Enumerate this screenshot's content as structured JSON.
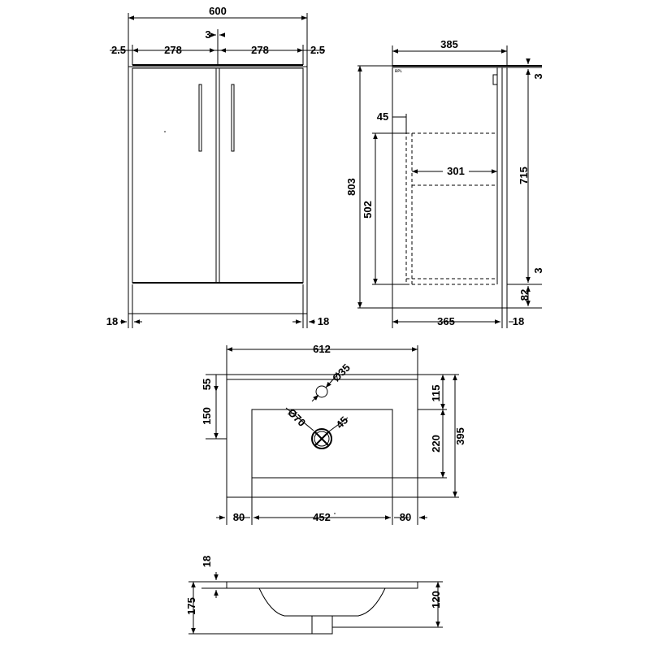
{
  "front_view": {
    "overall_width": "600",
    "gap": "3",
    "side_left": "2.5",
    "door_left": "278",
    "door_right": "278",
    "side_right": "2.5",
    "leg_left": "18",
    "leg_right": "18"
  },
  "side_view": {
    "depth_top": "385",
    "top_gap": "3",
    "shelf_offset": "45",
    "shelf_depth": "301",
    "overall_height": "803",
    "carcass_height": "715",
    "drawer_height": "502",
    "bottom_gap": "3",
    "plinth_height": "82",
    "depth_bottom": "365",
    "back_offset": "18",
    "tiny_label": "ʙᴘʟ"
  },
  "basin_plan": {
    "overall_width": "612",
    "front_margin": "55",
    "tap_hole": "Ø35",
    "rim_to_tap": "115",
    "bowl_offset": "150",
    "waste_diameter": "Ø70",
    "waste_angle": "45",
    "bowl_length": "220",
    "overall_depth": "395",
    "left_margin": "80",
    "bowl_width": "452",
    "right_margin": "80"
  },
  "basin_section": {
    "rim_thickness": "18",
    "overall_height": "175",
    "bowl_depth": "120"
  }
}
